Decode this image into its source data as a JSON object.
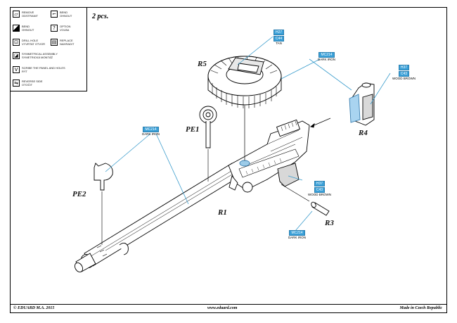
{
  "sheet": {
    "quantity_note": "2 pcs."
  },
  "legend": {
    "items": [
      {
        "icon": "remove-icon",
        "label_en": "REMOVE",
        "label_cz": "ODSTRANIT"
      },
      {
        "icon": "bend-icon",
        "label_en": "BEND",
        "label_cz": "OHNOUT"
      },
      {
        "icon": "bend-curve-icon",
        "label_en": "BEND",
        "label_cz": "OHNOUT"
      },
      {
        "icon": "option-icon",
        "label_en": "OPTION",
        "label_cz": "VOLBA",
        "glyph": "?"
      },
      {
        "icon": "drill-hole-icon",
        "label_en": "DRILL HOLE",
        "label_cz": "VYVRTAT OTVOR"
      },
      {
        "icon": "replace-icon",
        "label_en": "REPLACE",
        "label_cz": "NAHRADIT"
      },
      {
        "icon": "symmetrical-assembly-icon",
        "label_en": "SYMMETRICAL ASSEMBLY",
        "label_cz": "SYMETRICKÁ MONTÁŽ"
      },
      {
        "icon": "scribe-icon",
        "label_en": "SCRIBE THE PANEL AND HOLES",
        "label_cz": "RÝT",
        "glyph": "V"
      },
      {
        "icon": "reverse-side-icon",
        "label_en": "REVERSE SIDE",
        "label_cz": "OTOČIT"
      }
    ]
  },
  "parts": {
    "r5": "R5",
    "pe1": "PE1",
    "pe2": "PE2",
    "r1": "R1",
    "r3": "R3",
    "r4": "R4"
  },
  "colors": {
    "chip_color": "#3aa0d8",
    "tags": [
      {
        "id": "tan",
        "codes": [
          "H27",
          "C44"
        ],
        "name": "TAN"
      },
      {
        "id": "dark-iron-drum",
        "codes": [
          "MC214"
        ],
        "name": "DARK IRON"
      },
      {
        "id": "wood-brown-r4",
        "codes": [
          "H37",
          "C43"
        ],
        "name": "WOOD BROWN"
      },
      {
        "id": "dark-iron-barrel",
        "codes": [
          "MC214"
        ],
        "name": "DARK IRON"
      },
      {
        "id": "wood-brown-grip",
        "codes": [
          "H37",
          "C43"
        ],
        "name": "WOOD BROWN"
      },
      {
        "id": "dark-iron-r3",
        "codes": [
          "MC214"
        ],
        "name": "DARK IRON"
      }
    ]
  },
  "footer": {
    "copyright": "© EDUARD M.A. 2015",
    "website": "www.eduard.com",
    "origin": "Made in Czech Republic"
  }
}
